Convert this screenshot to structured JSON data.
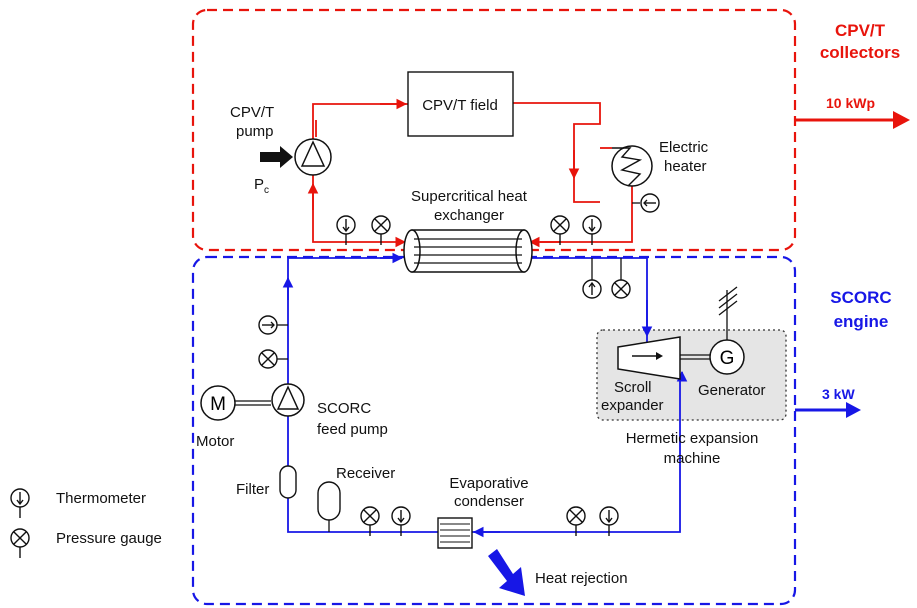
{
  "colors": {
    "hot_loop": "#e8140c",
    "orc_loop": "#1717e6",
    "ink": "#111111",
    "hermetic_fill": "#e5e5e5"
  },
  "cpvt": {
    "title_line1": "CPV/T",
    "title_line2": "collectors",
    "output": "10 kWp",
    "field_label": "CPV/T field",
    "pump_line1": "CPV/T",
    "pump_line2": "pump",
    "power_symbol": "P",
    "power_subscript": "c",
    "heater_line1": "Electric",
    "heater_line2": "heater"
  },
  "hx": {
    "line1": "Supercritical heat",
    "line2": "exchanger"
  },
  "scorc": {
    "title_line1": "SCORC",
    "title_line2": "engine",
    "output": "3 kW",
    "motor_symbol": "M",
    "motor_label": "Motor",
    "pump_line1": "SCORC",
    "pump_line2": "feed pump",
    "generator_symbol": "G",
    "generator_label": "Generator",
    "expander_line1": "Scroll",
    "expander_line2": "expander",
    "hermetic_line1": "Hermetic expansion",
    "hermetic_line2": "machine",
    "filter_label": "Filter",
    "receiver_label": "Receiver",
    "condenser_line1": "Evaporative",
    "condenser_line2": "condenser",
    "heat_rejection": "Heat rejection"
  },
  "legend": {
    "thermometer": "Thermometer",
    "pressure_gauge": "Pressure gauge"
  }
}
